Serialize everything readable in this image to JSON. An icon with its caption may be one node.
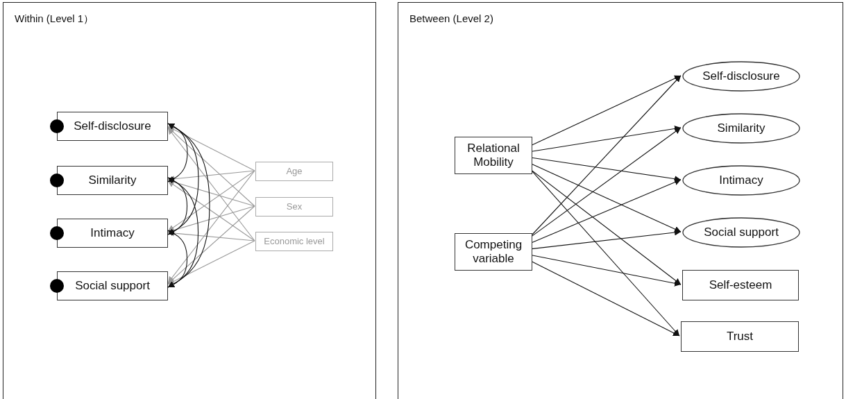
{
  "diagram": {
    "nodes": [
      {
        "text": [
          "Within (Level 1）"
        ]
      },
      {
        "text": [
          "Self-disclosure"
        ],
        "in": 0
      },
      {
        "text": [
          "Similarity"
        ],
        "in": 0
      },
      {
        "text": [
          "Intimacy"
        ],
        "in": 0
      },
      {
        "text": [
          "Social support"
        ],
        "in": 0
      },
      {
        "text": [
          "Age"
        ],
        "in": 0
      },
      {
        "text": [
          "Sex"
        ],
        "in": 0
      },
      {
        "text": [
          "Economic level"
        ],
        "in": 0
      },
      {
        "text": [
          "Between (Level 2)"
        ]
      },
      {
        "text": [
          "Relational Mobility"
        ],
        "in": 8
      },
      {
        "text": [
          "Competing variable"
        ],
        "in": 8
      },
      {
        "text": [
          "Self-disclosure"
        ],
        "in": 8
      },
      {
        "text": [
          "Similarity"
        ],
        "in": 8
      },
      {
        "text": [
          "Intimacy"
        ],
        "in": 8
      },
      {
        "text": [
          "Social support"
        ],
        "in": 8
      },
      {
        "text": [
          "Self-esteem"
        ],
        "in": 8
      },
      {
        "text": [
          "Trust"
        ],
        "in": 8
      }
    ],
    "edges": [
      {
        "from": 5,
        "to": 1,
        "arrow": "to",
        "color": "#999999"
      },
      {
        "from": 5,
        "to": 2,
        "arrow": "to",
        "color": "#999999"
      },
      {
        "from": 5,
        "to": 3,
        "arrow": "to",
        "color": "#999999"
      },
      {
        "from": 5,
        "to": 4,
        "arrow": "to",
        "color": "#999999"
      },
      {
        "from": 6,
        "to": 1,
        "arrow": "to",
        "color": "#999999"
      },
      {
        "from": 6,
        "to": 2,
        "arrow": "to",
        "color": "#999999"
      },
      {
        "from": 6,
        "to": 3,
        "arrow": "to",
        "color": "#999999"
      },
      {
        "from": 6,
        "to": 4,
        "arrow": "to",
        "color": "#999999"
      },
      {
        "from": 7,
        "to": 1,
        "arrow": "to",
        "color": "#999999"
      },
      {
        "from": 7,
        "to": 2,
        "arrow": "to",
        "color": "#999999"
      },
      {
        "from": 7,
        "to": 3,
        "arrow": "to",
        "color": "#999999"
      },
      {
        "from": 7,
        "to": 4,
        "arrow": "to",
        "color": "#999999"
      },
      {
        "from": 1,
        "to": 2,
        "arrow": "both"
      },
      {
        "from": 1,
        "to": 3,
        "arrow": "both"
      },
      {
        "from": 1,
        "to": 4,
        "arrow": "both"
      },
      {
        "from": 2,
        "to": 3,
        "arrow": "both"
      },
      {
        "from": 2,
        "to": 4,
        "arrow": "both"
      },
      {
        "from": 3,
        "to": 4,
        "arrow": "both"
      },
      {
        "from": 9,
        "to": 11,
        "arrow": "to"
      },
      {
        "from": 9,
        "to": 12,
        "arrow": "to"
      },
      {
        "from": 9,
        "to": 13,
        "arrow": "to"
      },
      {
        "from": 9,
        "to": 14,
        "arrow": "to"
      },
      {
        "from": 9,
        "to": 15,
        "arrow": "to"
      },
      {
        "from": 9,
        "to": 16,
        "arrow": "to"
      },
      {
        "from": 10,
        "to": 11,
        "arrow": "to"
      },
      {
        "from": 10,
        "to": 12,
        "arrow": "to"
      },
      {
        "from": 10,
        "to": 13,
        "arrow": "to"
      },
      {
        "from": 10,
        "to": 14,
        "arrow": "to"
      },
      {
        "from": 10,
        "to": 15,
        "arrow": "to"
      },
      {
        "from": 10,
        "to": 16,
        "arrow": "to"
      }
    ]
  }
}
